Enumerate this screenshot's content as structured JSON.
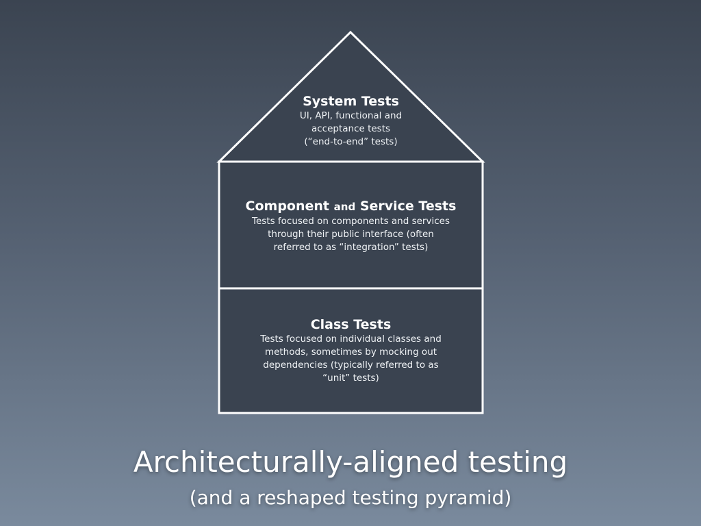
{
  "system": {
    "title": "System Tests",
    "lines": [
      "UI, API, functional and",
      "acceptance tests",
      "(“end-to-end” tests)"
    ]
  },
  "component": {
    "title_a": "Component",
    "title_and": "and",
    "title_b": "Service Tests",
    "lines": [
      "Tests focused on components and services",
      "through their public interface (often",
      "referred to as “integration” tests)"
    ]
  },
  "class": {
    "title": "Class Tests",
    "lines": [
      "Tests focused on individual classes and",
      "methods, sometimes by mocking out",
      "dependencies (typically referred to as",
      "“unit” tests)"
    ]
  },
  "slide": {
    "title": "Architecturally-aligned testing",
    "subtitle": "(and a reshaped testing pyramid)"
  },
  "colors": {
    "fill": "#3a4350",
    "stroke": "#ffffff"
  }
}
